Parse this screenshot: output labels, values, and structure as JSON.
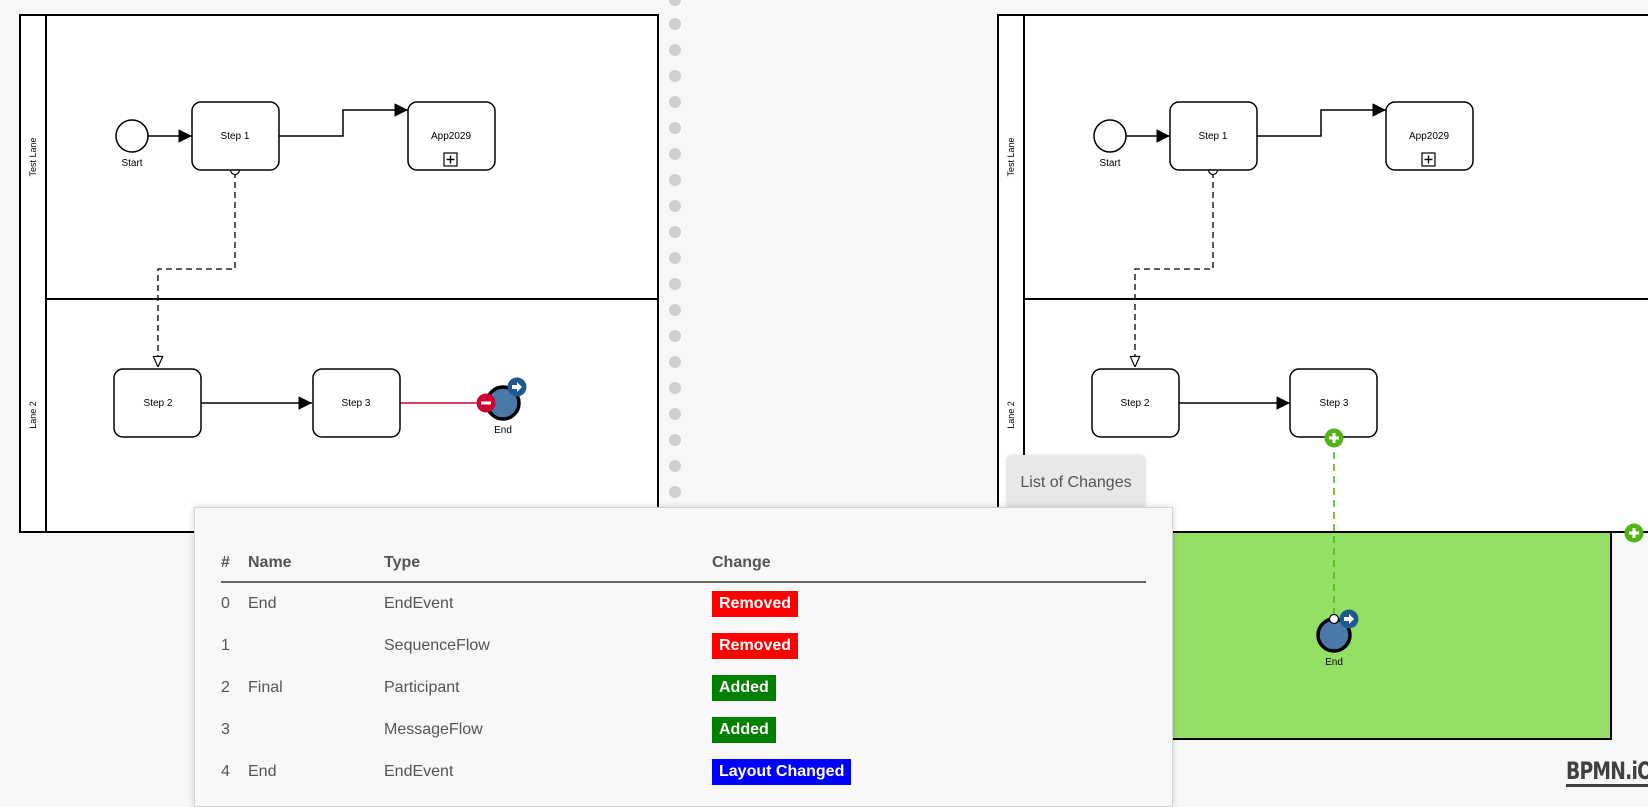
{
  "colors": {
    "removed": "#ff0000",
    "added": "#008000",
    "layout_changed": "#0000ff",
    "added_marker": "#52b415",
    "removed_marker": "#cc0033",
    "added_fill": "#94e065",
    "changed_event_fill": "#4a79a8"
  },
  "left_diagram": {
    "lanes": {
      "top": "Test Lane",
      "bottom": "Lane 2"
    },
    "start_label": "Start",
    "step1": "Step 1",
    "app": "App2029",
    "step2": "Step 2",
    "step3": "Step 3",
    "end_label": "End",
    "icons": [
      "collapsed-subprocess-plus-icon",
      "removed-minus-icon",
      "layout-changed-arrow-icon"
    ]
  },
  "right_diagram": {
    "lanes": {
      "top": "Test Lane",
      "bottom": "Lane 2"
    },
    "start_label": "Start",
    "step1": "Step 1",
    "app": "App2029",
    "step2": "Step 2",
    "step3": "Step 3",
    "end_label": "End",
    "icons": [
      "collapsed-subprocess-plus-icon",
      "added-plus-icon",
      "layout-changed-arrow-icon"
    ]
  },
  "changes": {
    "tab_label": "List of Changes",
    "headers": {
      "num": "#",
      "name": "Name",
      "type": "Type",
      "change": "Change"
    },
    "rows": [
      {
        "num": "0",
        "name": "End",
        "type": "EndEvent",
        "change": "Removed"
      },
      {
        "num": "1",
        "name": "",
        "type": "SequenceFlow",
        "change": "Removed"
      },
      {
        "num": "2",
        "name": "Final",
        "type": "Participant",
        "change": "Added"
      },
      {
        "num": "3",
        "name": "",
        "type": "MessageFlow",
        "change": "Added"
      },
      {
        "num": "4",
        "name": "End",
        "type": "EndEvent",
        "change": "Layout Changed"
      }
    ]
  },
  "logo": "BPMN.iO"
}
